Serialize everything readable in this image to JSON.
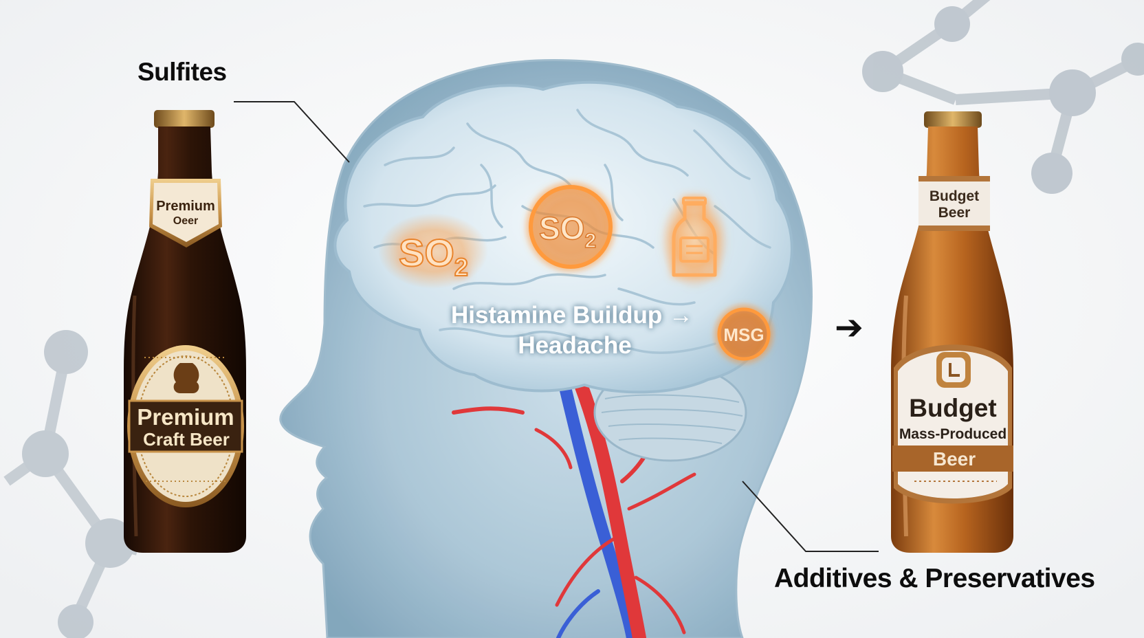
{
  "labels": {
    "sulfites": "Sulfites",
    "additives": "Additives & Preservatives"
  },
  "center": {
    "line1": "Histamine Buildup →",
    "line2": "Headache"
  },
  "molecules": {
    "so2_a_main": "SO",
    "so2_a_sub": "2",
    "so2_b_main": "SO",
    "so2_b_sub": "2",
    "msg": "MSG"
  },
  "premium_bottle": {
    "neck_line1": "Premium",
    "neck_line2": "Oeer",
    "body_line1": "Premium",
    "body_line2": "Craft Beer"
  },
  "budget_bottle": {
    "neck_line1": "Budget",
    "neck_line2": "Beer",
    "body_line1": "Budget",
    "body_line2": "Mass-Produced",
    "body_line3": "Beer"
  },
  "arrow_glyph": "➔",
  "colors": {
    "glow_orange": "#ff9a3c",
    "glow_inner": "#c96a1e",
    "head_blue": "#8fb3c8",
    "artery_red": "#e0383a",
    "vein_blue": "#3a5fd6",
    "premium_glass": "#2a1308",
    "budget_glass": "#b85f1d",
    "gold": "#c8934a"
  }
}
